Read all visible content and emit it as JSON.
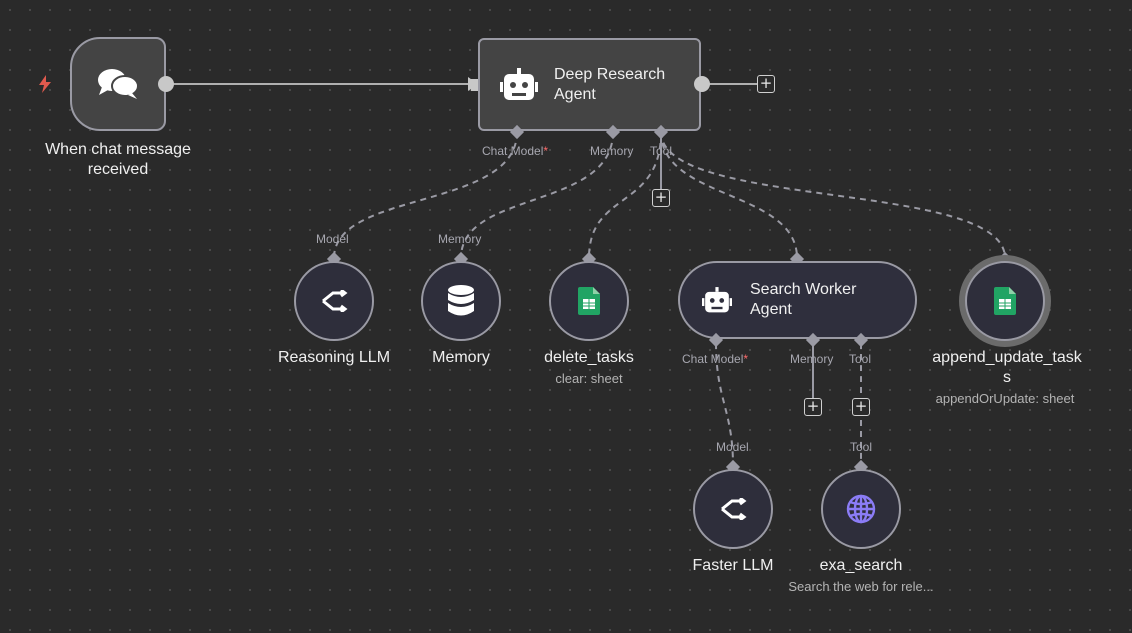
{
  "trigger": {
    "label": "When chat message received",
    "icon": "chat-bubbles-icon",
    "badge_icon": "lightning-icon"
  },
  "main_agent": {
    "title": "Deep Research Agent",
    "icon": "robot-icon",
    "ports": {
      "chat_model": "Chat Model",
      "memory": "Memory",
      "tool": "Tool",
      "required_mark": "*"
    }
  },
  "worker_agent": {
    "title": "Search Worker Agent",
    "icon": "robot-icon",
    "ports": {
      "chat_model": "Chat Model",
      "memory": "Memory",
      "tool": "Tool",
      "required_mark": "*"
    }
  },
  "nodes": {
    "reasoning_llm": {
      "label": "Reasoning LLM",
      "port": "Model",
      "icon": "llm-arrows-icon"
    },
    "memory": {
      "label": "Memory",
      "port": "Memory",
      "icon": "database-icon"
    },
    "delete_tasks": {
      "label": "delete_tasks",
      "sub": "clear: sheet",
      "icon": "google-sheets-icon"
    },
    "append_update_tasks": {
      "label": "append_update_task\ns",
      "sub": "appendOrUpdate: sheet",
      "icon": "google-sheets-icon"
    },
    "faster_llm": {
      "label": "Faster LLM",
      "port": "Model",
      "icon": "llm-arrows-icon"
    },
    "exa_search": {
      "label": "exa_search",
      "sub": "Search the web for rele...",
      "port": "Tool",
      "icon": "globe-icon"
    }
  },
  "plus_symbol": "+",
  "colors": {
    "background": "#2a2a2a",
    "node_border": "#9a9aa4",
    "connector": "#9a9aa4",
    "required": "#ff6b6b",
    "sheets_green": "#21a464",
    "globe": "#8b7cf6",
    "trigger_bolt": "#e05a4e"
  }
}
